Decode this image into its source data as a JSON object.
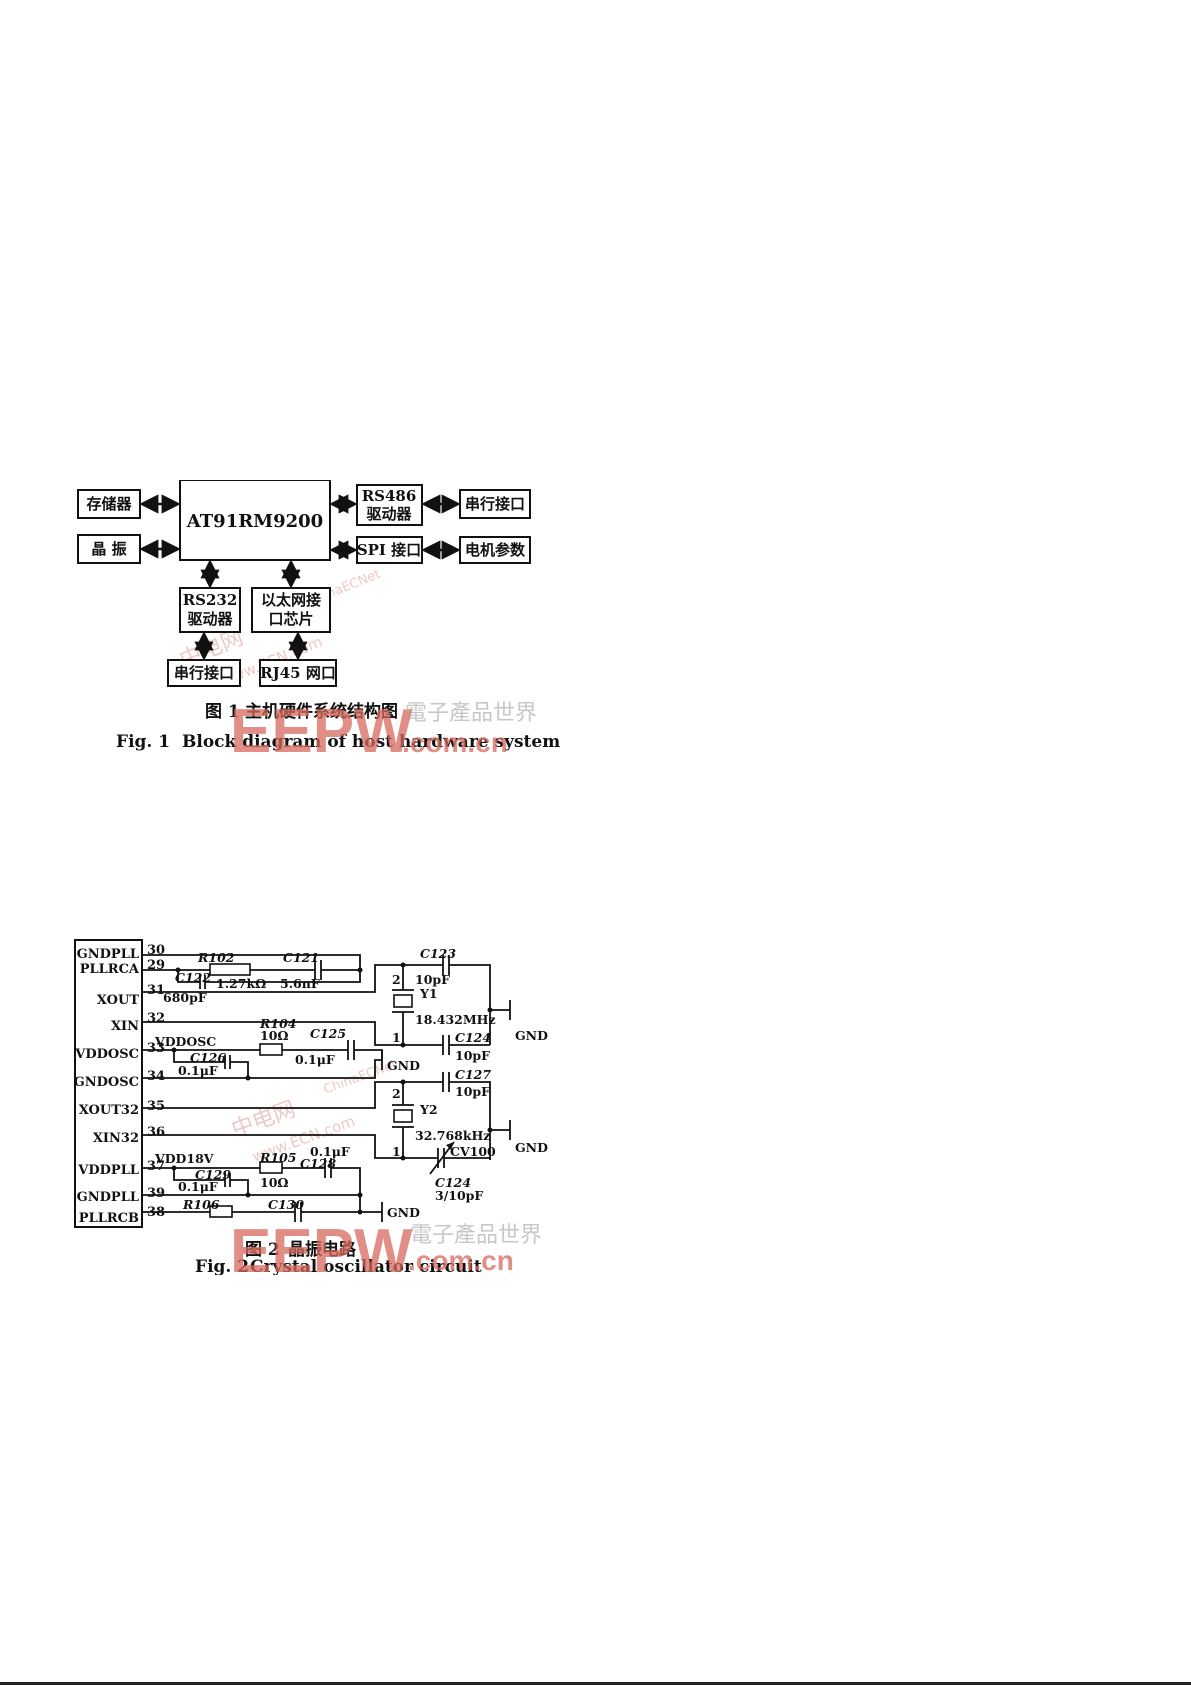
{
  "figure1": {
    "center_chip": "AT91RM9200",
    "memory": "存储器",
    "crystal": "晶 振",
    "rs486_line1": "RS486",
    "rs486_line2": "驱动器",
    "spi": "SPI 接口",
    "serial_right": "串行接口",
    "motor_params": "电机参数",
    "rs232_line1": "RS232",
    "rs232_line2": "驱动器",
    "ethernet_line1": "以太网接",
    "ethernet_line2": "口芯片",
    "serial_bottom": "串行接口",
    "rj45": "RJ45 网口",
    "caption_cn_num": "图 1",
    "caption_cn": "主机硬件系统结构图",
    "caption_en_num": "Fig. 1",
    "caption_en": "Block diagram of host hardware system"
  },
  "figure2": {
    "pins": [
      {
        "name": "GNDPLL",
        "num": "30"
      },
      {
        "name": "PLLRCA",
        "num": "29"
      },
      {
        "name": "XOUT",
        "num": "31"
      },
      {
        "name": "XIN",
        "num": "32"
      },
      {
        "name": "VDDOSC",
        "num": "33"
      },
      {
        "name": "GNDOSC",
        "num": "34"
      },
      {
        "name": "XOUT32",
        "num": "35"
      },
      {
        "name": "XIN32",
        "num": "36"
      },
      {
        "name": "VDDPLL",
        "num": "37"
      },
      {
        "name": "GNDPLL",
        "num": "39"
      },
      {
        "name": "PLLRCB",
        "num": "38"
      }
    ],
    "components": {
      "r102": "R102",
      "r102_val": "1.27kΩ",
      "c121": "C121",
      "c121_val": "5.6nF",
      "c122": "C122",
      "c122_val": "680pF",
      "c123": "C123",
      "c123_val": "10pF",
      "y1": "Y1",
      "y1_val": "18.432MHz",
      "c124a": "C124",
      "c124a_val": "10pF",
      "r104": "R104",
      "r104_val": "10Ω",
      "vddosc": "VDDOSC",
      "c125": "C125",
      "c125_val": "0.1μF",
      "c126": "C126",
      "c126_val": "0.1μF",
      "gnd": "GND",
      "c127": "C127",
      "c127_val": "10pF",
      "y2": "Y2",
      "y2_val": "32.768kHz",
      "cv100": "CV100",
      "c124b": "C124",
      "c124b_val": "3/10pF",
      "vdd18v": "VDD18V",
      "r105": "R105",
      "r105_val": "10Ω",
      "c128": "C128",
      "c128_val": "0.1μF",
      "c129": "C129",
      "c129_val": "0.1μF",
      "r106": "R106",
      "c130": "C130",
      "pin_2": "2",
      "pin_1": "1"
    },
    "caption_cn_num": "图 2",
    "caption_cn": "晶振电路",
    "caption_en_num": "Fig. 2",
    "caption_en": "Crystal oscillator circuit"
  },
  "watermarks": {
    "logo": "EEPW",
    "domain": ".com.cn",
    "chinese": "電子產品世界",
    "faint_cn": "中电网",
    "faint_site": "ChinaECNet",
    "faint_url": "www.ECN.com"
  }
}
